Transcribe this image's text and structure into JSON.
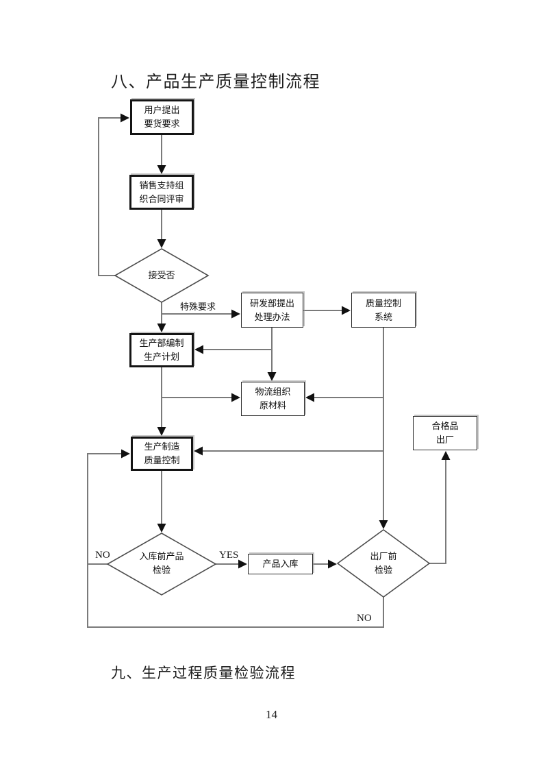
{
  "page": {
    "section8_title": "八、产品生产质量控制流程",
    "section9_title": "九、生产过程质量检验流程",
    "page_number": "14"
  },
  "flowchart": {
    "nodes": {
      "user_request": {
        "line1": "用户提出",
        "line2": "要货要求"
      },
      "sales_review": {
        "line1": "销售支持组",
        "line2": "织合同评审"
      },
      "accept_decision": {
        "line1": "接受否"
      },
      "rd_solution": {
        "line1": "研发部提出",
        "line2": "处理办法"
      },
      "qc_system": {
        "line1": "质量控制",
        "line2": "系统"
      },
      "production_plan": {
        "line1": "生产部编制",
        "line2": "生产计划"
      },
      "logistics": {
        "line1": "物流组织",
        "line2": "原材料"
      },
      "qualified_out": {
        "line1": "合格品",
        "line2": "出厂"
      },
      "mfg_qc": {
        "line1": "生产制造",
        "line2": "质量控制"
      },
      "prestorage_check": {
        "line1": "入库前产品",
        "line2": "检验"
      },
      "storage": {
        "line1": "产品入库"
      },
      "predelivery_check": {
        "line1": "出厂前",
        "line2": "检验"
      }
    },
    "edge_labels": {
      "special_request": "特殊要求",
      "yes": "YES",
      "no_left": "NO",
      "no_bottom": "NO"
    },
    "colors": {
      "connector_line": "#7a7a7a",
      "arrowhead": "#111111",
      "node_border": "#141414",
      "text": "#111111",
      "page_background": "#ffffff"
    }
  }
}
